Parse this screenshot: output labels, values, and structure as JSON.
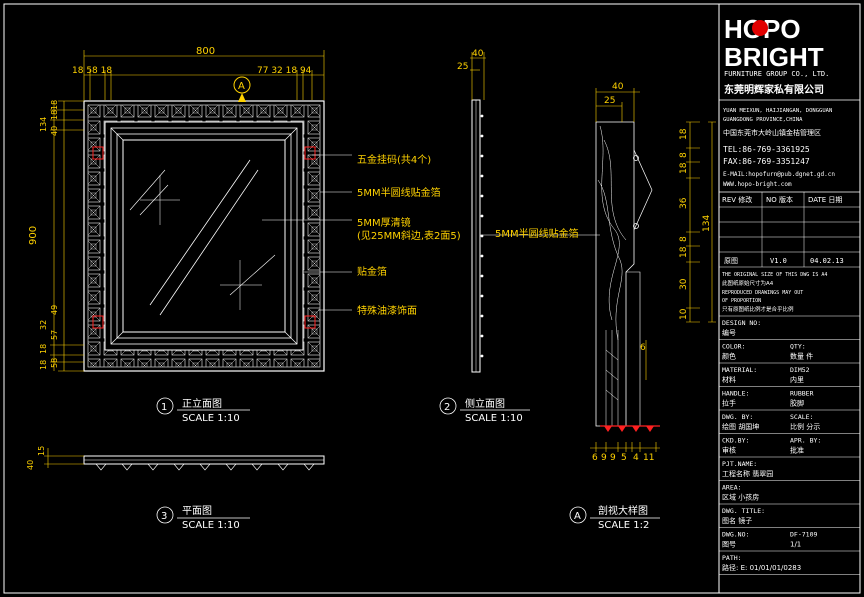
{
  "brand": {
    "logo_text_line1": "HOPO",
    "logo_text_line2": "BRIGHT",
    "group_en": "FURNITURE GROUP CO., LTD.",
    "company_cn": "东莞明辉家私有限公司",
    "address_en": [
      "YUAN MEIXUN, HAIJIANGAN, DONGGUAN",
      "GUANGDONG PROVINCE,CHINA"
    ],
    "address_cn": "中国东莞市大岭山镇金桔管理区",
    "tel": "TEL:86-769-3361925",
    "fax": "FAX:86-769-3351247",
    "email": "E-MAIL:hopofurn@pub.dgnet.gd.cn",
    "web": "WWW.hopo-bright.com"
  },
  "title_block": {
    "rev_header": [
      "REV 修改",
      "NO 版本",
      "DATE 日期"
    ],
    "rev_row": [
      "原图",
      "V1.0",
      "04.02.13"
    ],
    "note_en_1": "THE ORIGINAL SIZE OF THIS DWG IS A4",
    "note_cn_1": "此图纸原始尺寸为A4",
    "note_en_2": "REPRODUCED DRAWINGS MAY OUT",
    "note_en_3": "OF PROPORTION",
    "note_cn_2": "只有原图纸比例才是合乎比例",
    "fields": [
      {
        "en": "DESIGN NO:",
        "cn": "编号",
        "val": "",
        "val2": ""
      },
      {
        "en": "COLOR:",
        "cn": "颜色",
        "val": "QTY:",
        "val2": "数量      件"
      },
      {
        "en": "MATERIAL:",
        "cn": "材料",
        "val": "DIM52",
        "val2": "内里"
      },
      {
        "en": "HANDLE:",
        "cn": "拉手",
        "val": "RUBBER",
        "val2": "胶脚"
      },
      {
        "en": "DWG. BY:",
        "cn": "绘图    胡国坤",
        "val": "SCALE:",
        "val2": "比例     分示"
      },
      {
        "en": "CKD.BY:",
        "cn": "审核",
        "val": "APR. BY:",
        "val2": "批准"
      },
      {
        "en": "PJT.NAME:",
        "cn": "工程名称   翡翠园",
        "val": "",
        "val2": ""
      },
      {
        "en": "AREA:",
        "cn": "区域        小孩房",
        "val": "",
        "val2": ""
      },
      {
        "en": "DWG. TITLE:",
        "cn": "图名        镜子",
        "val": "",
        "val2": ""
      },
      {
        "en": "DWG.NO:",
        "cn": "图号",
        "val": "DF-7109",
        "val2": "1/1"
      },
      {
        "en": "PATH:",
        "cn": "路径:    E: 01/01/01/0283",
        "val": "",
        "val2": ""
      }
    ]
  },
  "views": {
    "front": {
      "num": "1",
      "title": "正立面图",
      "scale": "SCALE 1:10"
    },
    "side": {
      "num": "2",
      "title": "侧立面图",
      "scale": "SCALE 1:10"
    },
    "plan": {
      "num": "3",
      "title": "平面图",
      "scale": "SCALE 1:10"
    },
    "detail": {
      "num": "A",
      "title": "剖视大样图",
      "scale": "SCALE 1:2"
    }
  },
  "front_dims": {
    "width": "800",
    "top_left": "18 58 18",
    "top_right": "77 32 18 94",
    "height": "900",
    "left_top": [
      "134",
      "40",
      "18",
      "18"
    ],
    "left_bottom": [
      "49",
      "32",
      "57",
      "18",
      "18",
      "58"
    ],
    "callout": "A"
  },
  "notes": {
    "hanger": "五金挂码(共4个)",
    "strip": "5MM半圆线贴金箔",
    "mirror_1": "5MM厚清镜",
    "mirror_2": "(见25MM斜边,表2面5)",
    "gold": "贴金箔",
    "finish": "特殊油漆饰面",
    "side_strip": "5MM半圆线贴金箔"
  },
  "side_dims": {
    "top": "40",
    "left": "25"
  },
  "plan_dims": {
    "a": "15",
    "b": "40"
  },
  "detail_dims": {
    "top": "40",
    "top2": "25",
    "right": [
      "18",
      "8",
      "18",
      "36",
      "8",
      "18",
      "30",
      "10"
    ],
    "total": "134",
    "side_6": "6",
    "bottom": [
      "6",
      "9",
      "9",
      "5",
      "4",
      "11"
    ]
  }
}
